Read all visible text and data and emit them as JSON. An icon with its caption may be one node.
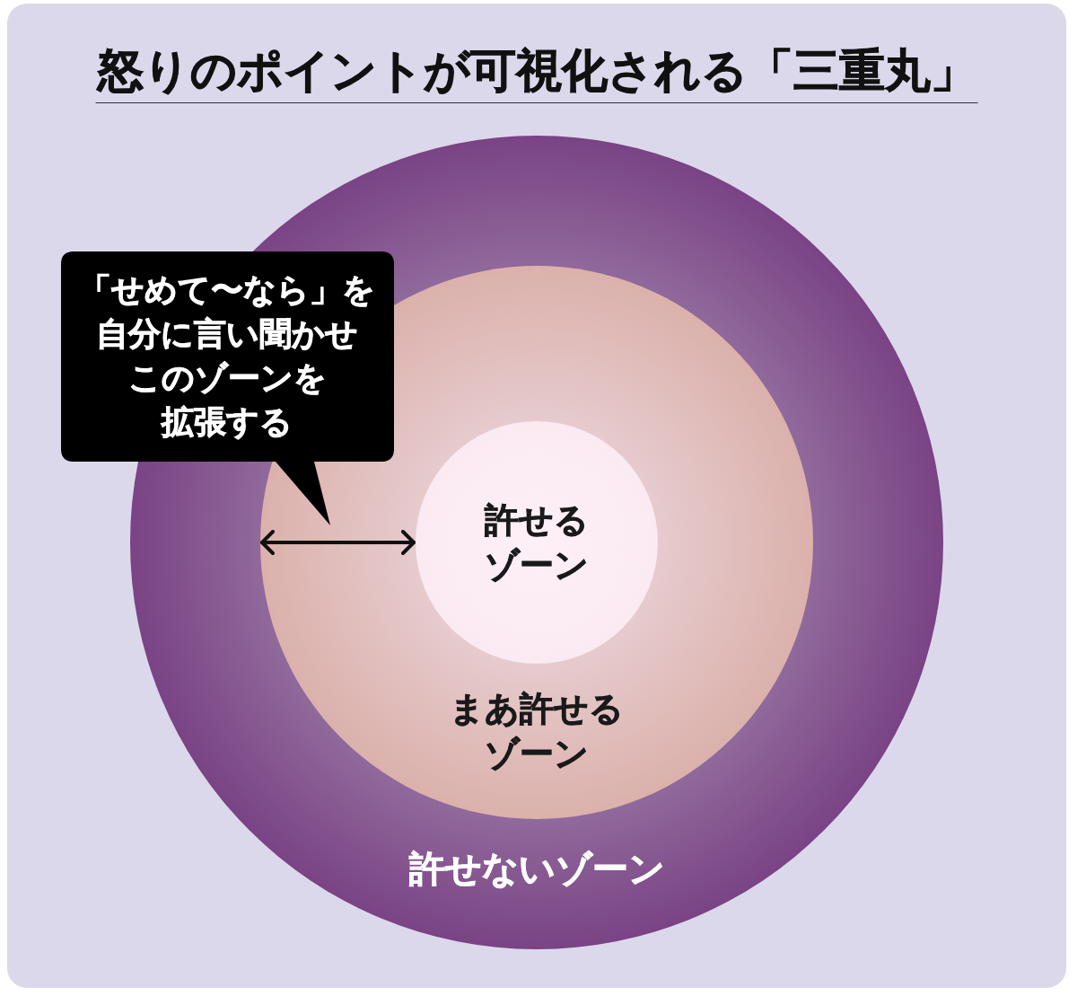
{
  "diagram": {
    "title": "怒りのポイントが可視化される「三重丸」",
    "nodes": [
      {
        "text": [
          "許せないゾーン"
        ]
      },
      {
        "text": [
          "まあ許せるゾーン"
        ],
        "in": 0
      },
      {
        "text": [
          "許せるゾーン"
        ],
        "in": 1
      },
      {
        "text": [
          "「せめて〜なら」を自分に言い聞かせこのゾーンを拡張する"
        ]
      }
    ],
    "edges": [
      {
        "from": 1,
        "to": 2,
        "arrow": "both"
      }
    ]
  }
}
